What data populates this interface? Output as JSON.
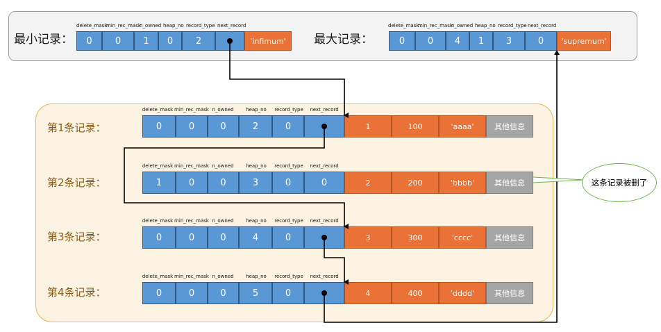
{
  "top": {
    "min": {
      "label": "最小记录：",
      "headers": [
        "delete_mask",
        "min_rec_mask",
        "n_owned",
        "heap_no",
        "record_type",
        "next_record"
      ],
      "values": [
        "0",
        "0",
        "1",
        "0",
        "2",
        ""
      ],
      "data": "'infimum'"
    },
    "max": {
      "label": "最大记录：",
      "headers": [
        "delete_mask",
        "min_rec_mask",
        "n_owned",
        "heap_no",
        "record_type",
        "next_record"
      ],
      "values": [
        "0",
        "0",
        "4",
        "1",
        "3",
        "0"
      ],
      "data": "'supremum'"
    }
  },
  "records": [
    {
      "label": "第1条记录：",
      "headers": [
        "delete_mask",
        "min_rec_mask",
        "n_owned",
        "heap_no",
        "record_type",
        "next_record"
      ],
      "values": [
        "0",
        "0",
        "0",
        "2",
        "0",
        ""
      ],
      "data": [
        "1",
        "100",
        "'aaaa'"
      ],
      "other": "其他信息"
    },
    {
      "label": "第2条记录：",
      "headers": [
        "delete_mask",
        "min_rec_mask",
        "n_owned",
        "heap_no",
        "record_type",
        "next_record"
      ],
      "values": [
        "1",
        "0",
        "0",
        "3",
        "0",
        "0"
      ],
      "data": [
        "2",
        "200",
        "'bbbb'"
      ],
      "other": "其他信息"
    },
    {
      "label": "第3条记录：",
      "headers": [
        "delete_mask",
        "min_rec_mask",
        "n_owned",
        "heap_no",
        "record_type",
        "next_record"
      ],
      "values": [
        "0",
        "0",
        "0",
        "4",
        "0",
        ""
      ],
      "data": [
        "3",
        "300",
        "'cccc'"
      ],
      "other": "其他信息"
    },
    {
      "label": "第4条记录：",
      "headers": [
        "delete_mask",
        "min_rec_mask",
        "n_owned",
        "heap_no",
        "record_type",
        "next_record"
      ],
      "values": [
        "0",
        "0",
        "0",
        "5",
        "0",
        ""
      ],
      "data": [
        "4",
        "400",
        "'dddd'"
      ],
      "other": "其他信息"
    }
  ],
  "callout": "这条记录被删了",
  "colors": {
    "header_cell": "#5a98d5",
    "data_cell": "#ea7236",
    "other_cell": "#a5a5a5",
    "panel_top": "#f3f3f3",
    "panel_bottom": "#fdf3e2",
    "panel_bottom_border": "#f0b452",
    "callout_border": "#6bb34d"
  }
}
